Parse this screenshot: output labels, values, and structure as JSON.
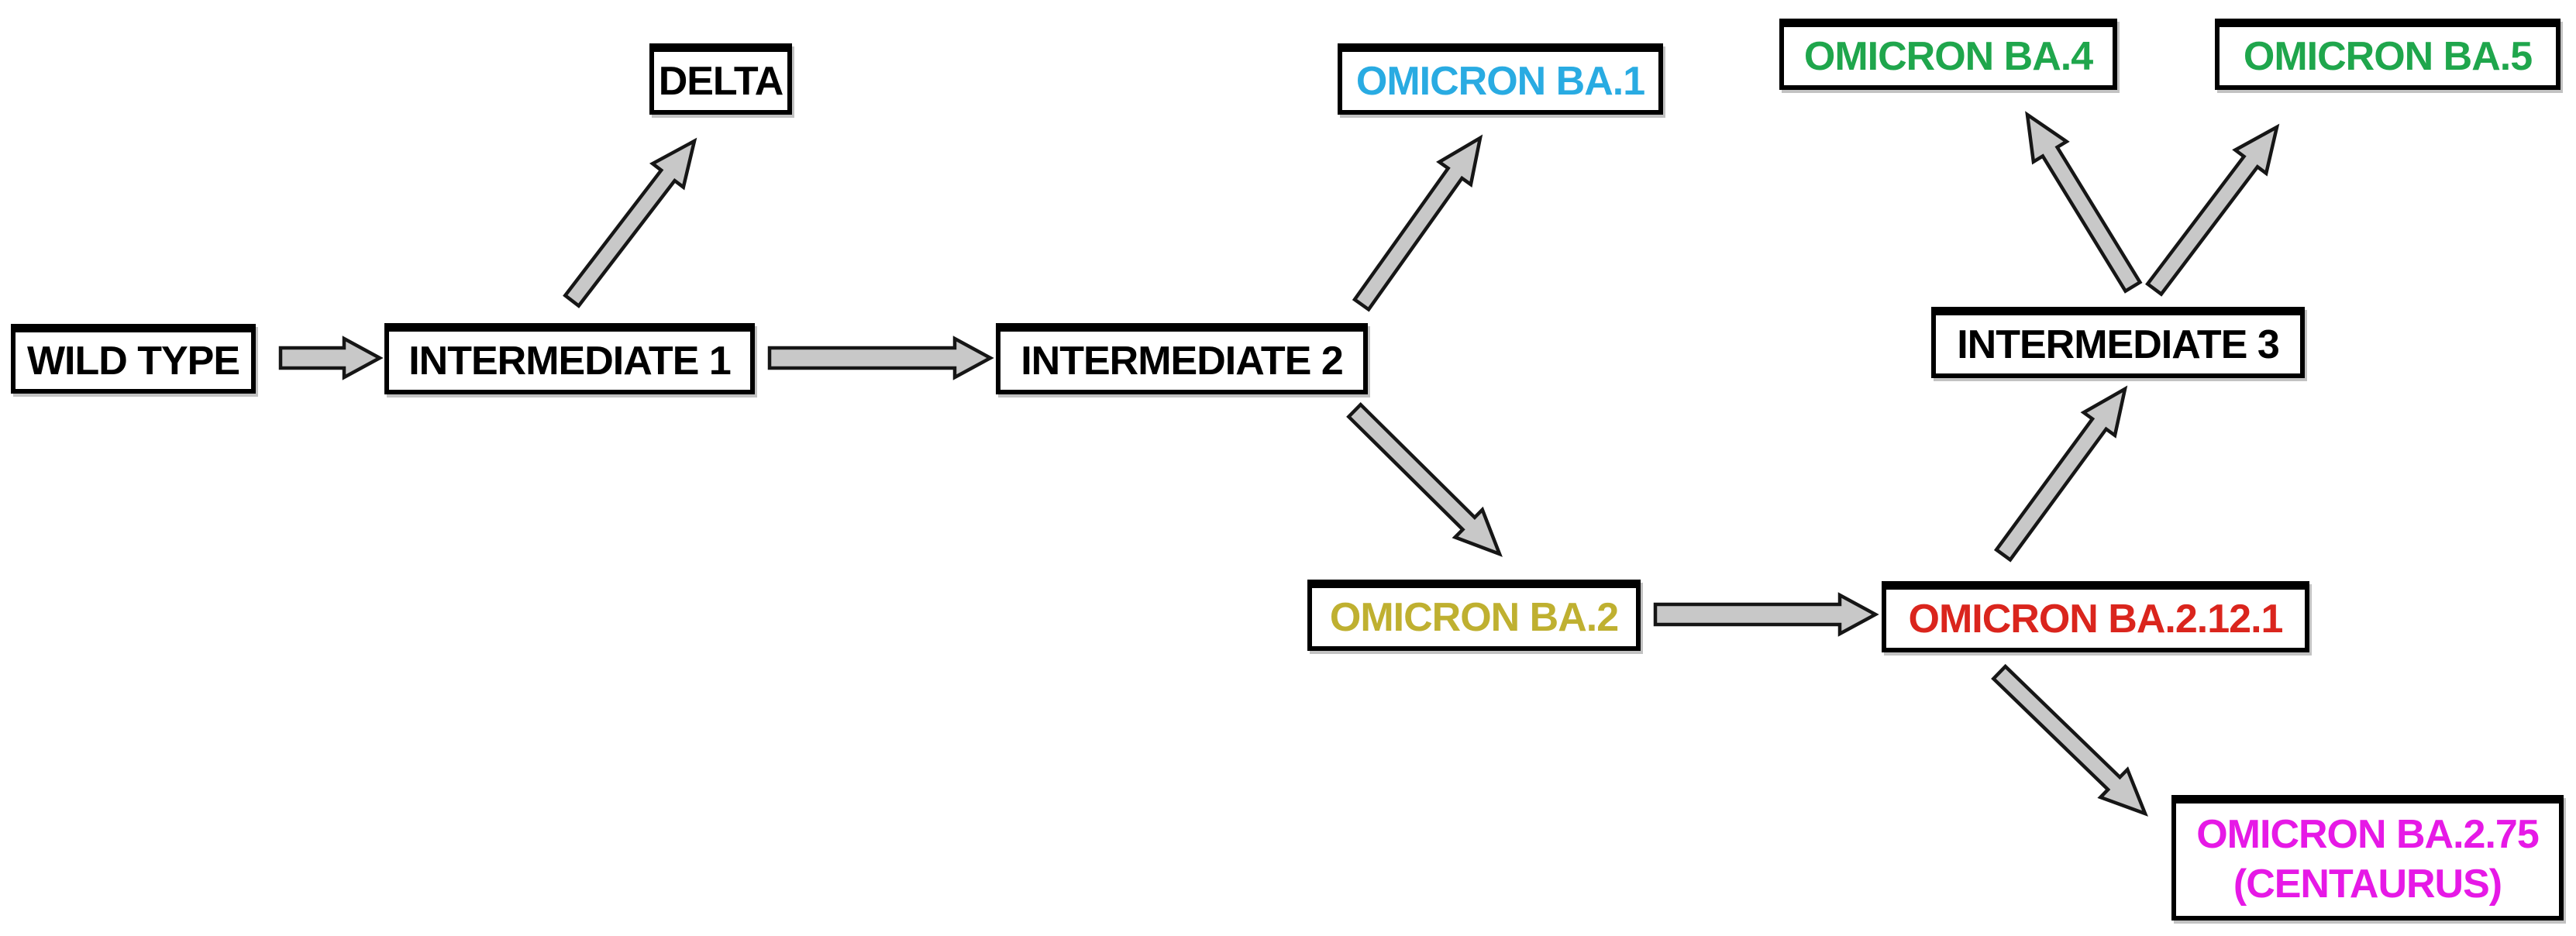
{
  "nodes": {
    "wild_type": {
      "label": "WILD TYPE",
      "color": "#000000"
    },
    "intermediate_1": {
      "label": "INTERMEDIATE 1",
      "color": "#000000"
    },
    "delta": {
      "label": "DELTA",
      "color": "#000000"
    },
    "intermediate_2": {
      "label": "INTERMEDIATE 2",
      "color": "#000000"
    },
    "omicron_ba_1": {
      "label": "OMICRON BA.1",
      "color": "#29ABE2"
    },
    "omicron_ba_2": {
      "label": "OMICRON BA.2",
      "color": "#BFB030"
    },
    "omicron_ba_2_12_1": {
      "label": "OMICRON BA.2.12.1",
      "color": "#DA251D"
    },
    "intermediate_3": {
      "label": "INTERMEDIATE 3",
      "color": "#000000"
    },
    "omicron_ba_4": {
      "label": "OMICRON BA.4",
      "color": "#1FA64C"
    },
    "omicron_ba_5": {
      "label": "OMICRON BA.5",
      "color": "#1FA64C"
    },
    "omicron_ba_2_75": {
      "line1": "OMICRON BA.2.75",
      "line2": "(CENTAURUS)",
      "color": "#E619E6"
    }
  },
  "edges": [
    {
      "from": "WILD TYPE",
      "to": "INTERMEDIATE 1"
    },
    {
      "from": "INTERMEDIATE 1",
      "to": "DELTA"
    },
    {
      "from": "INTERMEDIATE 1",
      "to": "INTERMEDIATE 2"
    },
    {
      "from": "INTERMEDIATE 2",
      "to": "OMICRON BA.1"
    },
    {
      "from": "INTERMEDIATE 2",
      "to": "OMICRON BA.2"
    },
    {
      "from": "OMICRON BA.2",
      "to": "OMICRON BA.2.12.1"
    },
    {
      "from": "OMICRON BA.2.12.1",
      "to": "INTERMEDIATE 3"
    },
    {
      "from": "INTERMEDIATE 3",
      "to": "OMICRON BA.4"
    },
    {
      "from": "INTERMEDIATE 3",
      "to": "OMICRON BA.5"
    },
    {
      "from": "OMICRON BA.2.12.1",
      "to": "OMICRON BA.2.75 (CENTAURUS)"
    }
  ],
  "colors": {
    "background": "#FFFFFF",
    "box_fill": "#FFFFFF",
    "box_border": "#000000",
    "arrow_fill": "#C8C8C8",
    "arrow_outline": "#161616"
  }
}
